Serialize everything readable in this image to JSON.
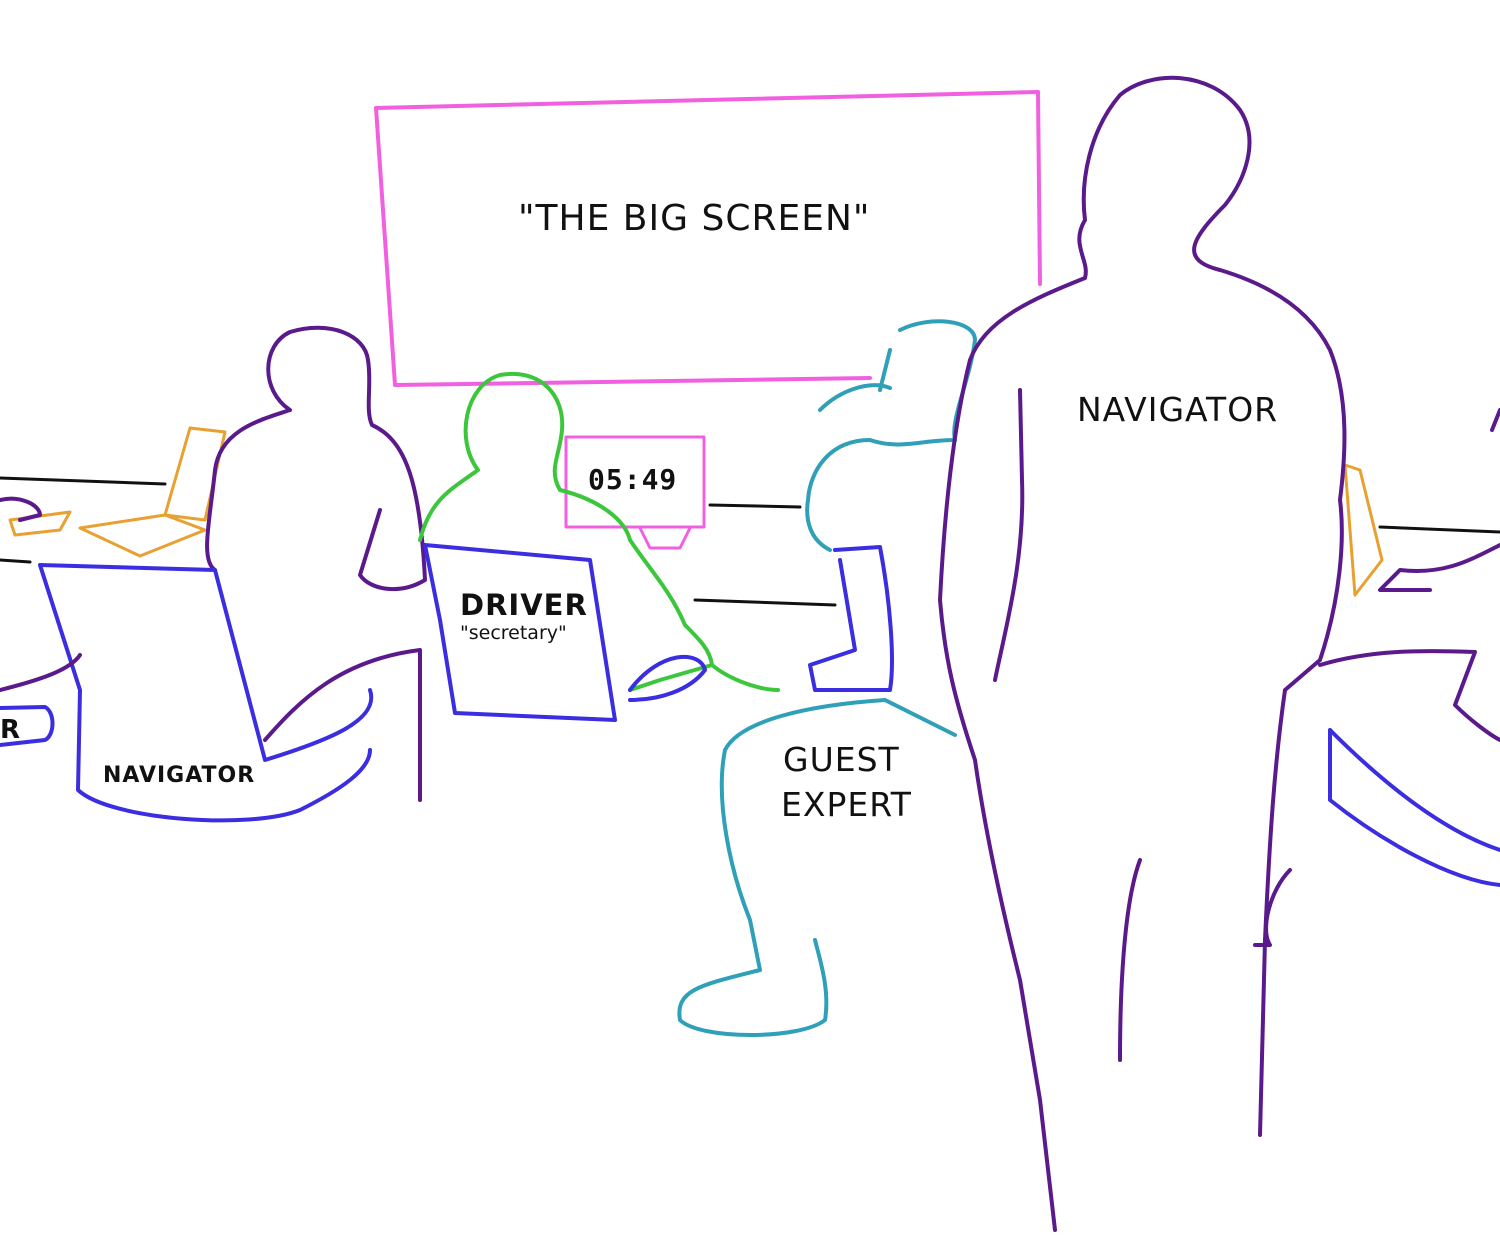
{
  "labels": {
    "big_screen": "\"THE BIG SCREEN\"",
    "timer": "05:49",
    "driver": "DRIVER",
    "driver_sub": "\"secretary\"",
    "navigator_seated": "NAVIGATOR",
    "navigator_standing": "NAVIGATOR",
    "guest_expert_line1": "GUEST",
    "guest_expert_line2": "EXPERT",
    "cut_off_label": "R"
  },
  "colors": {
    "big_screen": "#f060e0",
    "navigator": "#5a1a8c",
    "chair": "#3a2ee0",
    "driver": "#3cc63c",
    "guest_expert": "#2fa0b8",
    "laptop": "#e8a030",
    "desk": "#111111"
  }
}
